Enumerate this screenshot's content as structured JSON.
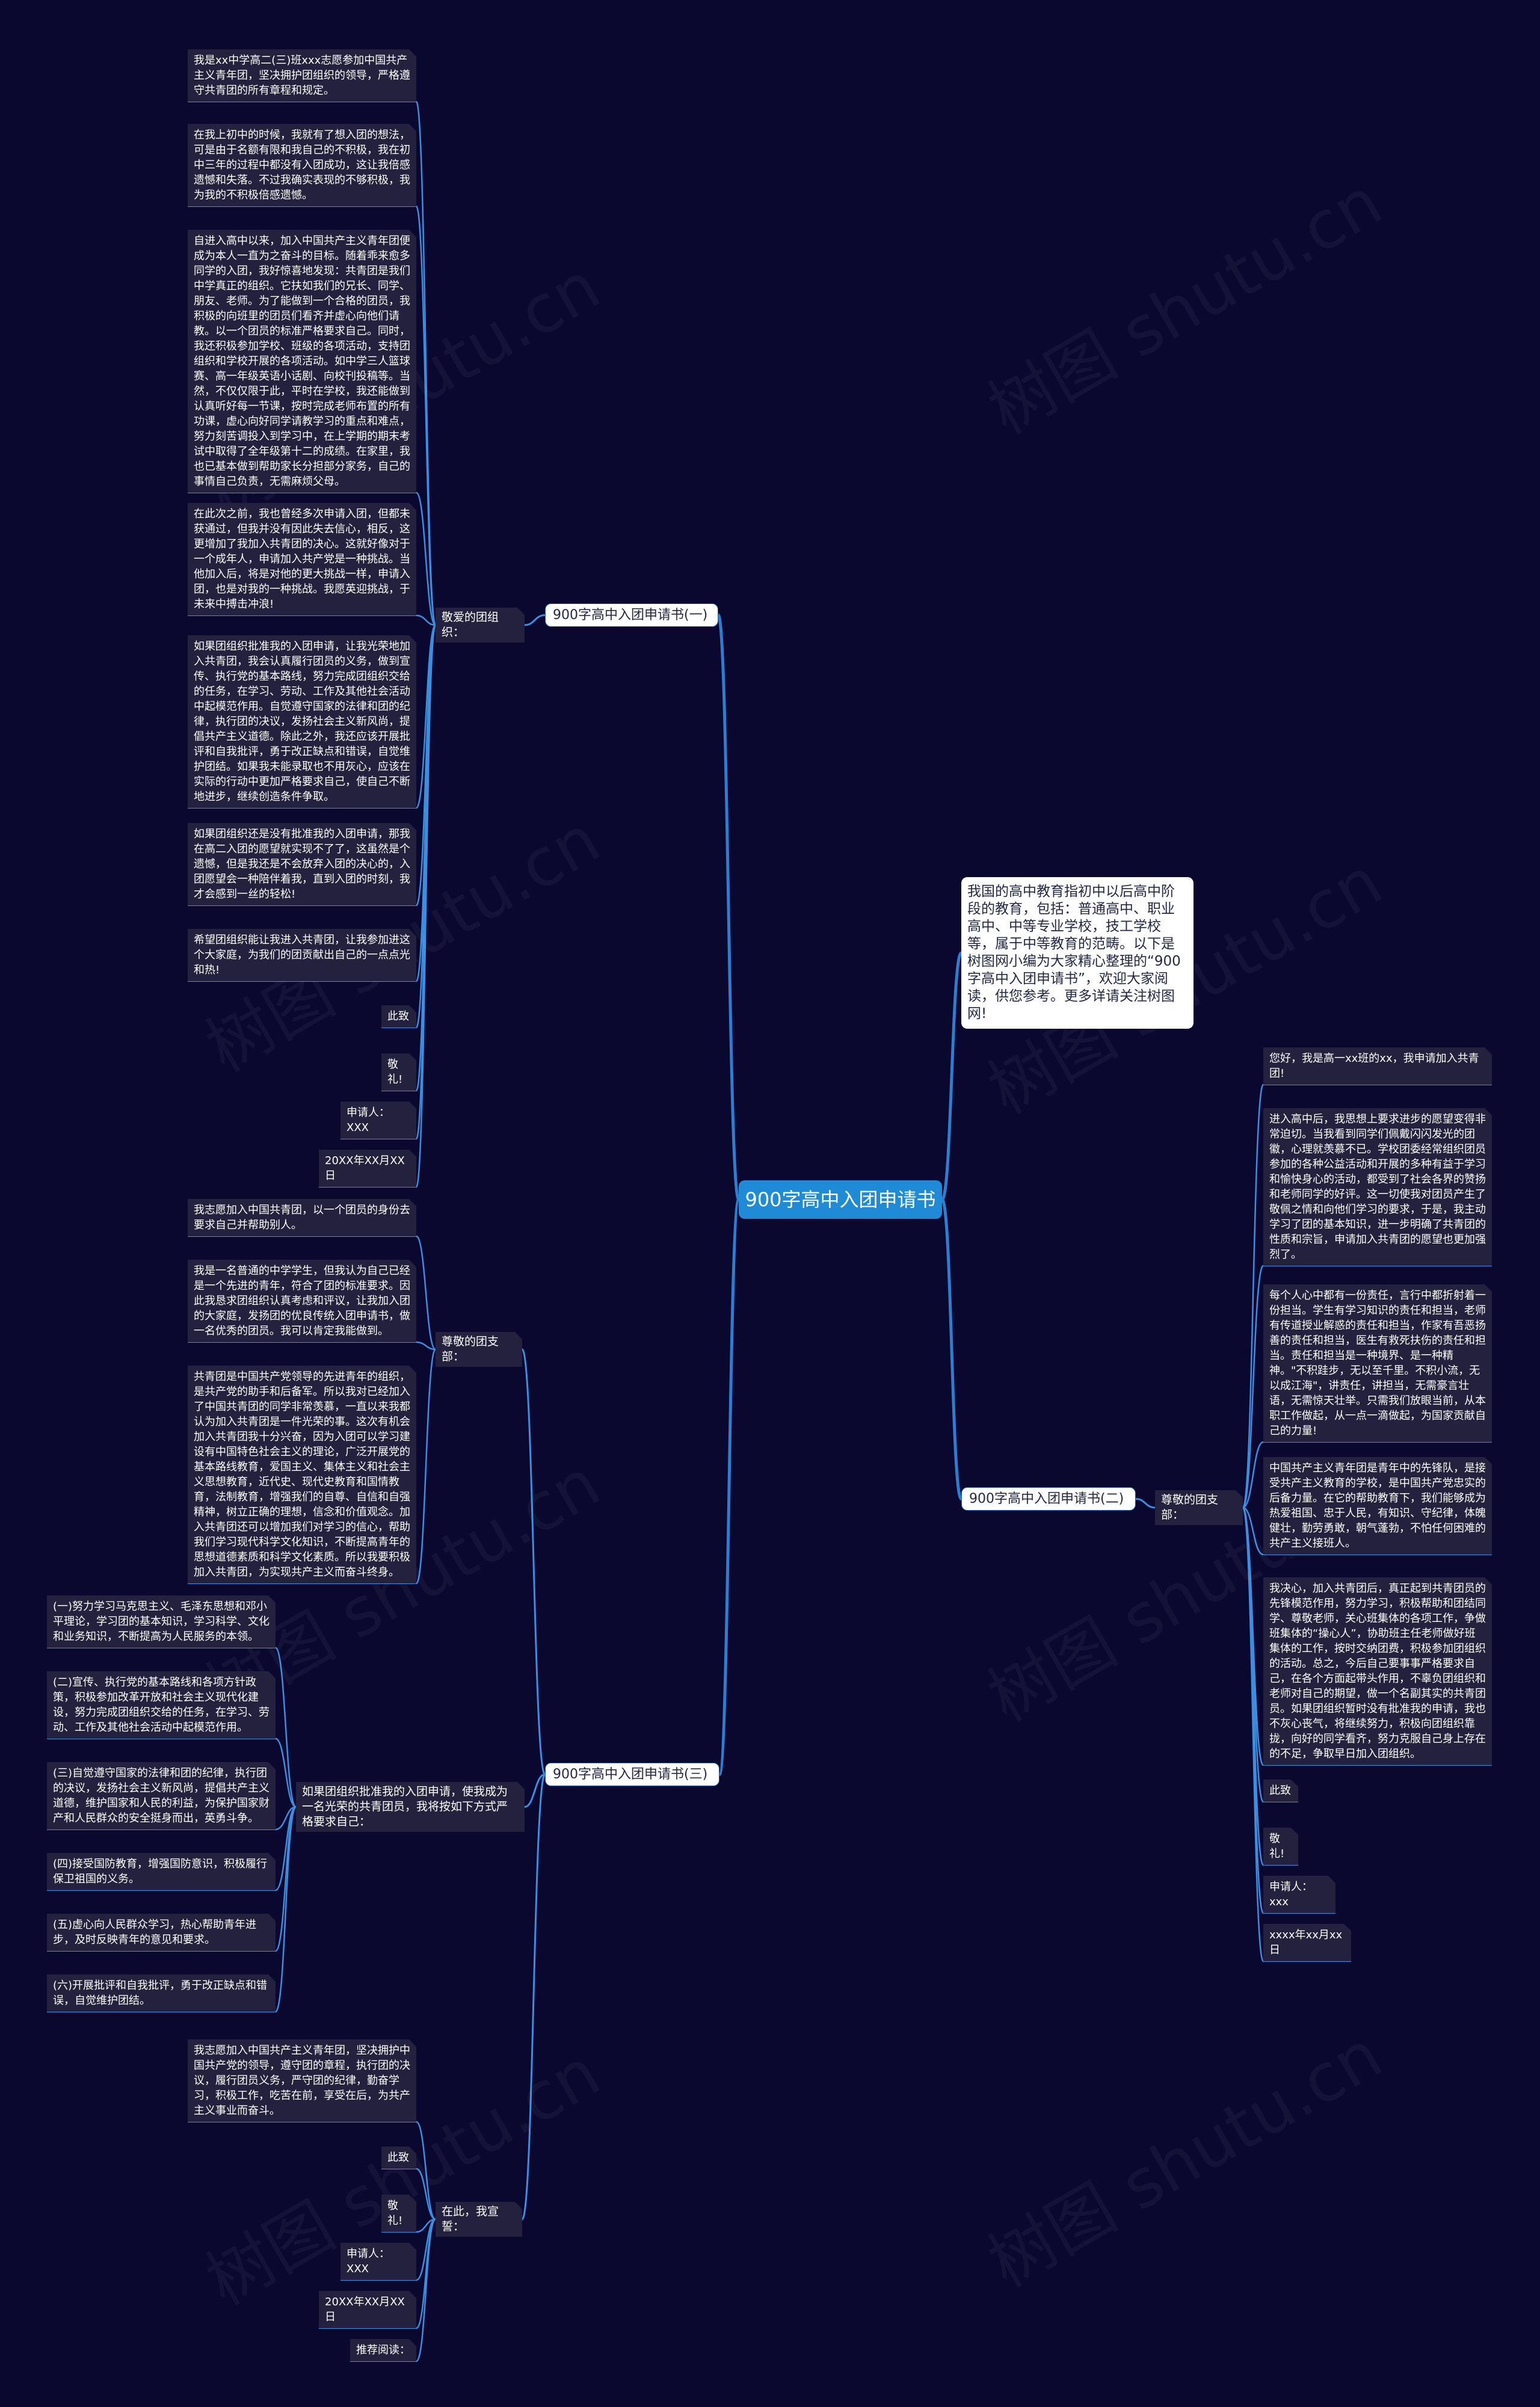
{
  "root": {
    "label": "900字高中入团申请书"
  },
  "intro": "我国的高中教育指初中以后高中阶段的教育，包括：普通高中、职业高中、中等专业学校，技工学校等，属于中等教育的范畴。以下是树图网小编为大家精心整理的“900字高中入团申请书”，欢迎大家阅读，供您参考。更多详请关注树图网!",
  "watermark": "树图 shutu.cn",
  "branch1": {
    "label": "900字高中入团申请书(一)",
    "sub": "敬爱的团组织：",
    "items": [
      "我是xx中学高二(三)班xxx志愿参加中国共产主义青年团，坚决拥护团组织的领导，严格遵守共青团的所有章程和规定。",
      "在我上初中的时候，我就有了想入团的想法，可是由于名额有限和我自己的不积极，我在初中三年的过程中都没有入团成功，这让我倍感遗憾和失落。不过我确实表现的不够积极，我为我的不积极倍感遗憾。",
      "自进入高中以来，加入中国共产主义青年团便成为本人一直为之奋斗的目标。随着乖来愈多同学的入团，我好惊喜地发现：共青团是我们中学真正的组织。它扶如我们的兄长、同学、朋友、老师。为了能做到一个合格的团员，我积极的向班里的团员们看齐并虚心向他们请教。以一个团员的标准严格要求自己。同时，我还积极参加学校、班级的各项活动，支持团组织和学校开展的各项活动。如中学三人篮球赛、高一年级英语小话剧、向校刊投稿等。当然，不仅仅限于此，平时在学校，我还能做到认真听好每一节课，按时完成老师布置的所有功课，虚心向好同学请教学习的重点和难点，努力刻苦调投入到学习中，在上学期的期末考试中取得了全年级第十二的成绩。在家里，我也已基本做到帮助家长分担部分家务，自己的事情自己负责，无需麻烦父母。",
      "在此次之前，我也曾经多次申请入团，但都未获通过，但我并没有因此失去信心，相反，这更增加了我加入共青团的决心。这就好像对于一个成年人，申请加入共产党是一种挑战。当他加入后，将是对他的更大挑战一样，申请入团，也是对我的一种挑战。我愿英迎挑战，于未来中搏击冲浪!",
      "如果团组织批准我的入团申请，让我光荣地加入共青团，我会认真履行团员的义务，做到宣传、执行党的基本路线，努力完成团组织交给的任务，在学习、劳动、工作及其他社会活动中起模范作用。自觉遵守国家的法律和团的纪律，执行团的决议，发扬社会主义新风尚，提倡共产主义道德。除此之外，我还应该开展批评和自我批评，勇于改正缺点和错误，自觉维护团结。如果我未能录取也不用灰心，应该在实际的行动中更加严格要求自己，使自己不断地进步，继续创造条件争取。",
      "如果团组织还是没有批准我的入团申请，那我在高二入团的愿望就实现不了了，这虽然是个遗憾，但是我还是不会放弃入团的决心的，入团愿望会一种陪伴着我，直到入团的时刻，我才会感到一丝的轻松!",
      "希望团组织能让我进入共青团，让我参加进这个大家庭，为我们的团贡献出自己的一点点光和热!",
      "此致",
      "敬礼!",
      "申请人：XXX",
      "20XX年XX月XX日"
    ]
  },
  "branch2": {
    "label": "900字高中入团申请书(二)",
    "sub": "尊敬的团支部：",
    "items": [
      "您好，我是高一xx班的xx，我申请加入共青团!",
      "进入高中后，我思想上要求进步的愿望变得非常迫切。当我看到同学们佩戴闪闪发光的团徽，心理就羡慕不已。学校团委经常组织团员参加的各种公益活动和开展的多种有益于学习和愉快身心的活动，都受到了社会各界的赞扬和老师同学的好评。这一切使我对团员产生了敬佩之情和向他们学习的要求，于是，我主动学习了团的基本知识，进一步明确了共青团的性质和宗旨，申请加入共青团的愿望也更加强烈了。",
      "每个人心中都有一份责任，言行中都折射着一份担当。学生有学习知识的责任和担当，老师有传道授业解惑的责任和担当，作家有吾恶扬善的责任和担当，医生有救死扶伤的责任和担当。责任和担当是一种境界、是一种精神。\"不积跬步，无以至千里。不积小流，无以成江海\"，讲责任，讲担当，无需豪言壮语，无需惊天壮举。只需我们放眼当前，从本职工作做起，从一点一滴做起，为国家贡献自己的力量!",
      "中国共产主义青年团是青年中的先锋队，是接受共产主义教育的学校，是中国共产党忠实的后备力量。在它的帮助教育下，我们能够成为热爱祖国、忠于人民，有知识、守纪律，体魄健壮，勤劳勇敢，朝气蓬勃，不怕任何困难的共产主义接班人。",
      "我决心，加入共青团后，真正起到共青团员的先锋模范作用，努力学习，积极帮助和团结同学、尊敬老师，关心班集体的各项工作，争做班集体的“操心人”，协助班主任老师做好班集体的工作，按时交纳团费，积极参加团组织的活动。总之，今后自己要事事严格要求自己，在各个方面起带头作用，不辜负团组织和老师对自己的期望，做一个名副其实的共青团员。如果团组织暂时没有批准我的申请，我也不灰心丧气，将继续努力，积极向团组织靠拢，向好的同学看齐，努力克服自己身上存在的不足，争取早日加入团组织。",
      "此致",
      "敬礼!",
      "申请人：xxx",
      "xxxx年xx月xx日"
    ]
  },
  "branch3": {
    "label": "900字高中入团申请书(三)",
    "sub1": {
      "label": "尊敬的团支部：",
      "items": [
        "我志愿加入中国共青团，以一个团员的身份去要求自己并帮助别人。",
        "我是一名普通的中学学生，但我认为自己已经是一个先进的青年，符合了团的标准要求。因此我恳求团组织认真考虑和评议，让我加入团的大家庭，发扬团的优良传统入团申请书，做一名优秀的团员。我可以肯定我能做到。",
        "共青团是中国共产党领导的先进青年的组织，是共产党的助手和后备军。所以我对已经加入了中国共青团的同学非常羡慕，一直以来我都认为加入共青团是一件光荣的事。这次有机会加入共青团我十分兴奋，因为入团可以学习建设有中国特色社会主义的理论，广泛开展党的基本路线教育，爱国主义、集体主义和社会主义思想教育，近代史、现代史教育和国情教育，法制教育，增强我们的自尊、自信和自强精神，树立正确的理想，信念和价值观念。加入共青团还可以增加我们对学习的信心，帮助我们学习现代科学文化知识，不断提高青年的思想道德素质和科学文化素质。所以我要积极加入共青团，为实现共产主义而奋斗终身。"
      ]
    },
    "sub2": {
      "label": "如果团组织批准我的入团申请，使我成为一名光荣的共青团员，我将按如下方式严格要求自己：",
      "items": [
        "(一)努力学习马克思主义、毛泽东思想和邓小平理论，学习团的基本知识，学习科学、文化和业务知识，不断提高为人民服务的本领。",
        "(二)宣传、执行党的基本路线和各项方针政策，积极参加改革开放和社会主义现代化建设，努力完成团组织交给的任务，在学习、劳动、工作及其他社会活动中起模范作用。",
        "(三)自觉遵守国家的法律和团的纪律，执行团的决议，发扬社会主义新风尚，提倡共产主义道德，维护国家和人民的利益，为保护国家财产和人民群众的安全挺身而出，英勇斗争。",
        "(四)接受国防教育，增强国防意识，积极履行保卫祖国的义务。",
        "(五)虚心向人民群众学习，热心帮助青年进步，及时反映青年的意见和要求。",
        "(六)开展批评和自我批评，勇于改正缺点和错误，自觉维护团结。"
      ]
    },
    "sub3": {
      "label": "在此，我宣誓：",
      "items": [
        "我志愿加入中国共产主义青年团，坚决拥护中国共产党的领导，遵守团的章程，执行团的决议，履行团员义务，严守团的纪律，勤奋学习，积极工作，吃苦在前，享受在后，为共产主义事业而奋斗。",
        "此致",
        "敬礼!",
        "申请人：XXX",
        "20XX年XX月XX日",
        "推荐阅读："
      ]
    }
  }
}
